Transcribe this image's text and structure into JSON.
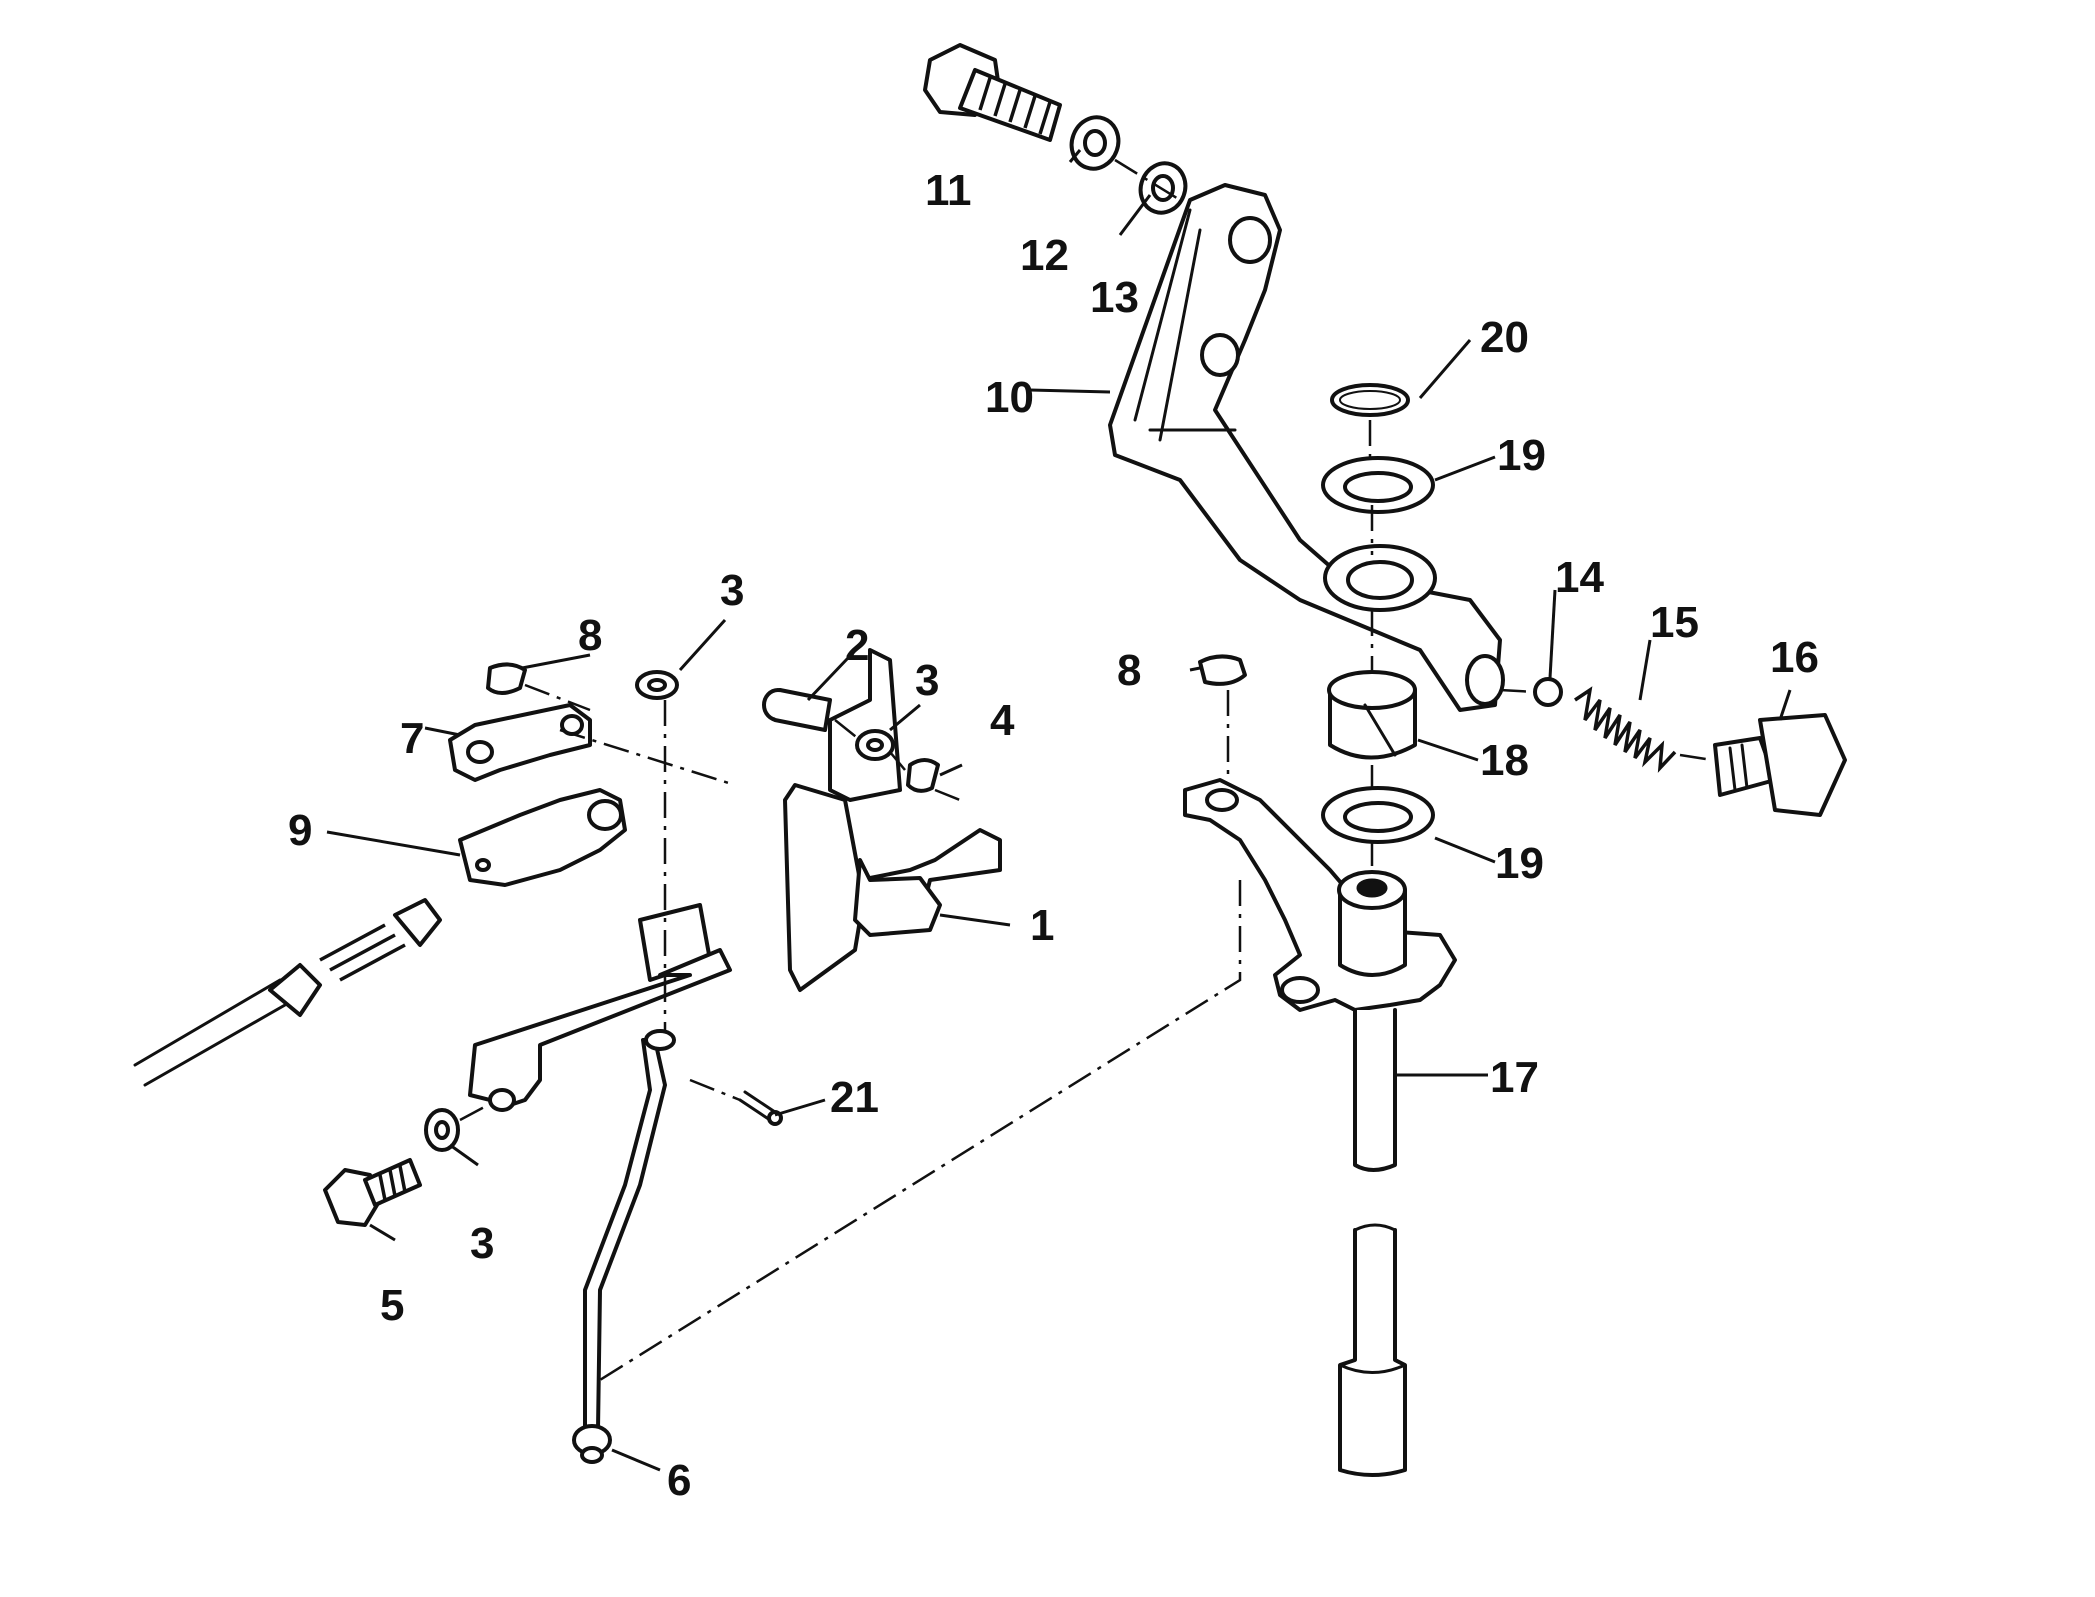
{
  "callouts": [
    {
      "id": "label-1",
      "text": "1"
    },
    {
      "id": "label-2",
      "text": "2"
    },
    {
      "id": "label-3a",
      "text": "3"
    },
    {
      "id": "label-3b",
      "text": "3"
    },
    {
      "id": "label-3c",
      "text": "3"
    },
    {
      "id": "label-4",
      "text": "4"
    },
    {
      "id": "label-5",
      "text": "5"
    },
    {
      "id": "label-6",
      "text": "6"
    },
    {
      "id": "label-7",
      "text": "7"
    },
    {
      "id": "label-8a",
      "text": "8"
    },
    {
      "id": "label-8b",
      "text": "8"
    },
    {
      "id": "label-9",
      "text": "9"
    },
    {
      "id": "label-10",
      "text": "10"
    },
    {
      "id": "label-11",
      "text": "11"
    },
    {
      "id": "label-12",
      "text": "12"
    },
    {
      "id": "label-13",
      "text": "13"
    },
    {
      "id": "label-14",
      "text": "14"
    },
    {
      "id": "label-15",
      "text": "15"
    },
    {
      "id": "label-16",
      "text": "16"
    },
    {
      "id": "label-17",
      "text": "17"
    },
    {
      "id": "label-18",
      "text": "18"
    },
    {
      "id": "label-19a",
      "text": "19"
    },
    {
      "id": "label-19b",
      "text": "19"
    },
    {
      "id": "label-20",
      "text": "20"
    },
    {
      "id": "label-21",
      "text": "21"
    }
  ],
  "colors": {
    "ink": "#111111",
    "paper": "#ffffff"
  }
}
